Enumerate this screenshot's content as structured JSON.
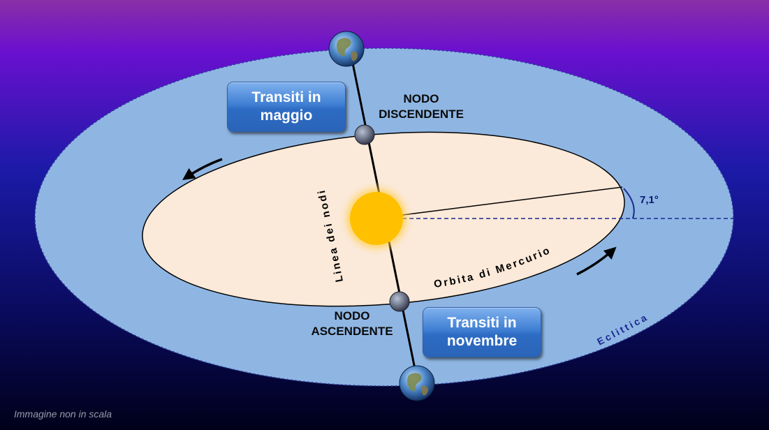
{
  "callouts": {
    "may": "Transiti in\nmaggio",
    "november": "Transiti in\nnovembre"
  },
  "nodes": {
    "descending": "NODO\nDISCENDENTE",
    "ascending": "NODO\nASCENDENTE"
  },
  "labels": {
    "line_of_nodes": "Linea dei nodi",
    "mercury_orbit": "Orbita di Mercurio",
    "ecliptic": "Eclittica",
    "inclination": "7,1°"
  },
  "note": "Immagine non in scala",
  "colors": {
    "background_top": "#8a2fa6",
    "background_mid": "#1416a8",
    "background_bottom": "#00001a",
    "ecliptic_fill": "#8fb6e3",
    "orbit_fill": "#fbe9d9",
    "sun": "#ffc000",
    "callout": "#3f7fd3",
    "dashed_line": "#1a2890"
  },
  "icons": {
    "earth": "earth-icon",
    "mercury": "mercury-icon",
    "sun": "sun-icon"
  }
}
